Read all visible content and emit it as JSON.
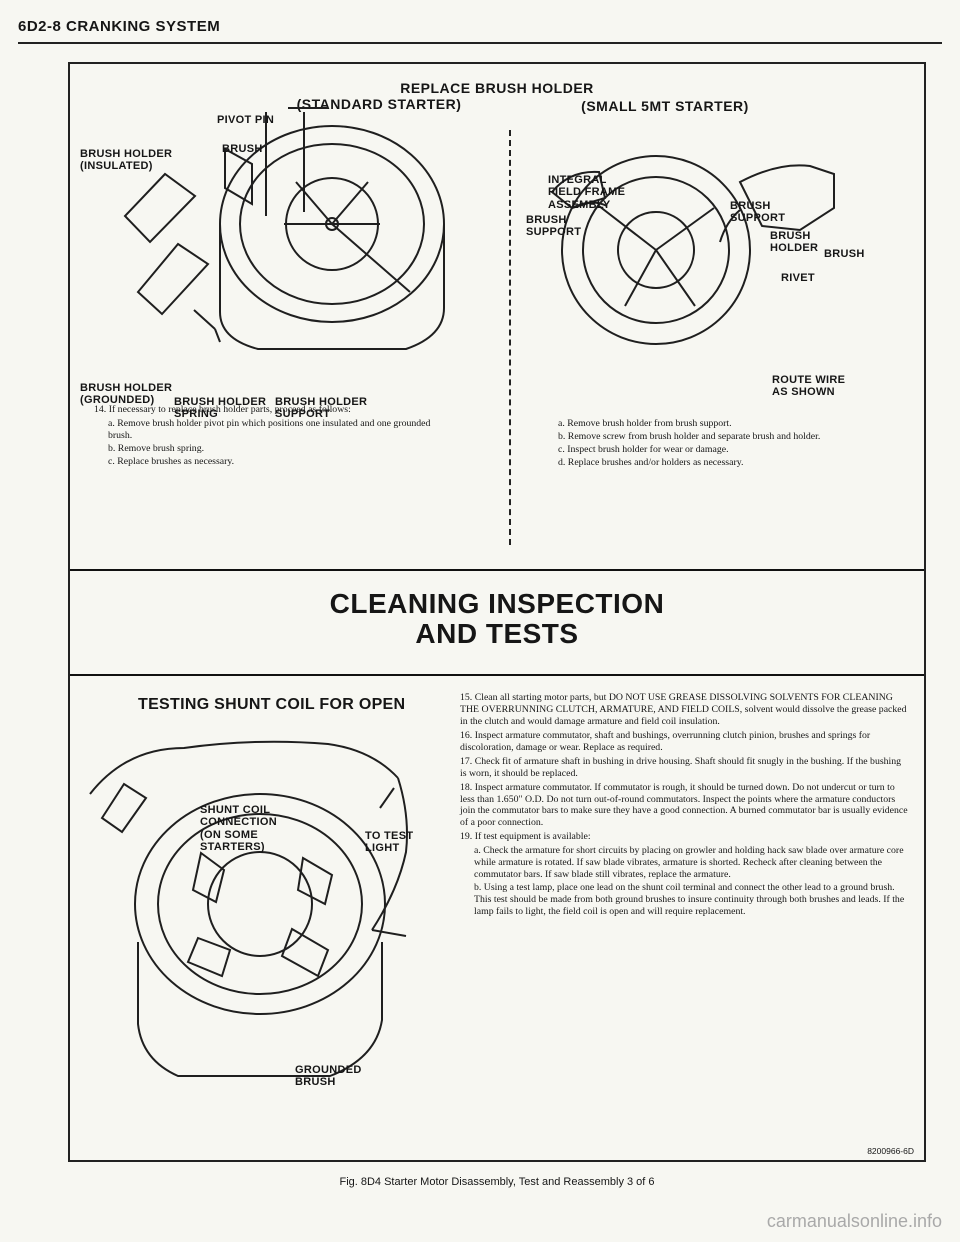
{
  "page": {
    "header": "6D2-8 CRANKING SYSTEM",
    "watermark": "carmanualsonline.info",
    "caption": "Fig. 8D4 Starter Motor Disassembly, Test and Reassembly 3 of 6",
    "ref_code": "8200966-6D"
  },
  "top_section": {
    "title": "REPLACE BRUSH HOLDER",
    "standard_title": "(STANDARD STARTER)",
    "small_title": "(SMALL 5MT STARTER)",
    "standard_labels": {
      "pivot_pin": "PIVOT PIN",
      "brush": "BRUSH",
      "holder_insulated": "BRUSH HOLDER\n(INSULATED)",
      "holder_grounded": "BRUSH HOLDER\n(GROUNDED)",
      "holder_spring": "BRUSH HOLDER\nSPRING",
      "holder_support": "BRUSH HOLDER\nSUPPORT"
    },
    "small_labels": {
      "integral_frame": "INTEGRAL\nFIELD FRAME\nASSEMBLY",
      "brush_support_left": "BRUSH\nSUPPORT",
      "brush_support_right": "BRUSH\nSUPPORT",
      "brush_holder": "BRUSH\nHOLDER",
      "brush": "BRUSH",
      "rivet": "RIVET",
      "route_wire": "ROUTE WIRE\nAS SHOWN"
    },
    "step14": "14. If necessary to replace brush holder parts, proceed as follows:",
    "step14_sub_left": [
      "a. Remove brush holder pivot pin which positions one insulated and one grounded brush.",
      "b. Remove brush spring.",
      "c. Replace brushes as necessary."
    ],
    "step14_sub_right": [
      "a. Remove brush holder from brush support.",
      "b. Remove screw from brush holder and separate brush and holder.",
      "c. Inspect brush holder for wear or damage.",
      "d. Replace brushes and/or holders as necessary."
    ]
  },
  "section_title": "CLEANING INSPECTION\nAND TESTS",
  "bottom_section": {
    "test_title": "TESTING SHUNT COIL FOR OPEN",
    "labels": {
      "shunt": "SHUNT COIL\nCONNECTION\n(ON SOME\nSTARTERS)",
      "light": "TO TEST\nLIGHT",
      "grounded": "GROUNDED\nBRUSH"
    },
    "steps": [
      "15. Clean all starting motor parts, but DO NOT USE GREASE DISSOLVING SOLVENTS FOR CLEANING THE OVERRUNNING CLUTCH, ARMATURE, AND FIELD COILS, solvent would dissolve the grease packed in the clutch and would damage armature and field coil insulation.",
      "16. Inspect armature commutator, shaft and bushings, overrunning clutch pinion, brushes and springs for discoloration, damage or wear. Replace as required.",
      "17. Check fit of armature shaft in bushing in drive housing. Shaft should fit snugly in the bushing. If the bushing is worn, it should be replaced.",
      "18. Inspect armature commutator. If commutator is rough, it should be turned down. Do not undercut or turn to less than 1.650\" O.D. Do not turn out-of-round commutators. Inspect the points where the armature conductors join the commutator bars to make sure they have a good connection. A burned commutator bar is usually evidence of a poor connection.",
      "19. If test equipment is available:"
    ],
    "step19_sub": [
      "a. Check the armature for short circuits by placing on growler and holding hack saw blade over armature core while armature is rotated. If saw blade vibrates, armature is shorted. Recheck after cleaning between the commutator bars. If saw blade still vibrates, replace the armature.",
      "b. Using a test lamp, place one lead on the shunt coil terminal and connect the other lead to a ground brush. This test should be made from both ground brushes to insure continuity through both brushes and leads. If the lamp fails to light, the field coil is open and will require replacement."
    ]
  },
  "colors": {
    "ink": "#161616",
    "paper": "#f7f7f2",
    "watermark": "#a9a9a9"
  }
}
